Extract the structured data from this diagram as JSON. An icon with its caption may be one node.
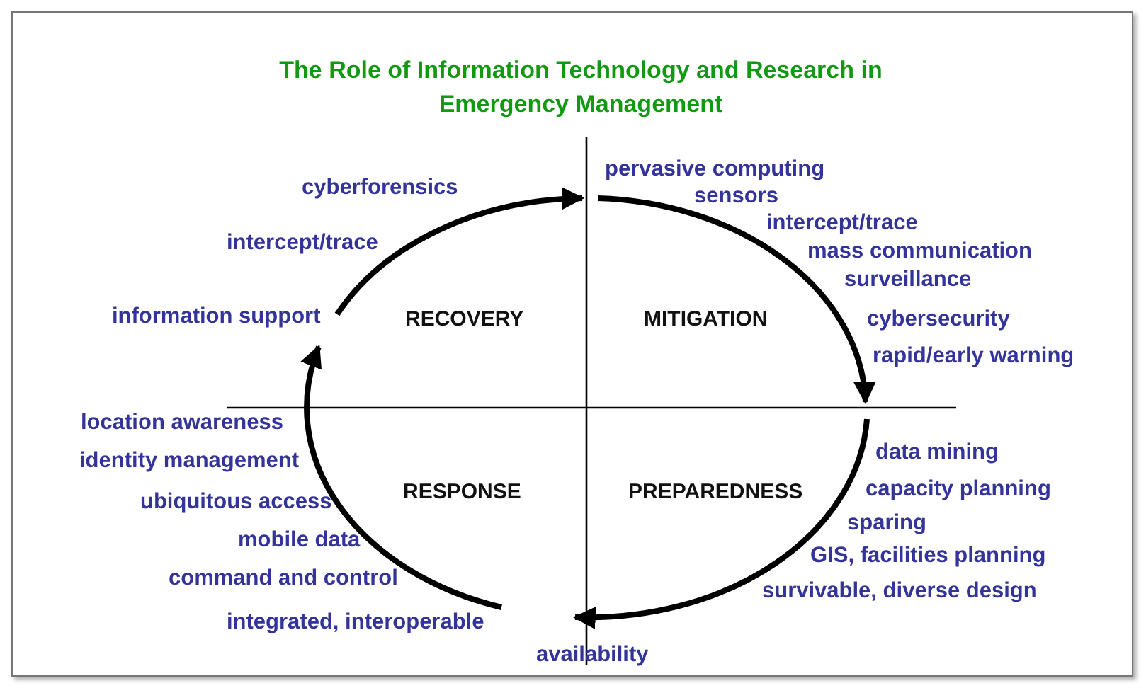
{
  "diagram": {
    "title": "The Role of Information Technology and Research in Emergency Management",
    "nodes": [
      {
        "text": [
          "RECOVERY"
        ],
        "beside": [
          "cyberforensics",
          "intercept/trace",
          "information support"
        ]
      },
      {
        "text": [
          "MITIGATION"
        ],
        "beside": [
          "pervasive computing",
          "sensors",
          "intercept/trace",
          "mass communication",
          "surveillance",
          "cybersecurity",
          "rapid/early warning"
        ]
      },
      {
        "text": [
          "PREPAREDNESS"
        ],
        "beside": [
          "data mining",
          "capacity planning",
          "sparing",
          "GIS, facilities planning",
          "survivable, diverse design"
        ]
      },
      {
        "text": [
          "RESPONSE"
        ],
        "beside": [
          "location awareness",
          "identity management",
          "ubiquitous access",
          "mobile data",
          "command and control",
          "integrated, interoperable"
        ]
      }
    ],
    "edges": [
      {
        "from": 0,
        "to": 1,
        "arrow": "to"
      },
      {
        "from": 1,
        "to": 2,
        "arrow": "to"
      },
      {
        "from": 2,
        "to": 3,
        "arrow": "to"
      },
      {
        "from": 3,
        "to": 0,
        "arrow": "to"
      }
    ],
    "labels": [
      "availability"
    ]
  }
}
